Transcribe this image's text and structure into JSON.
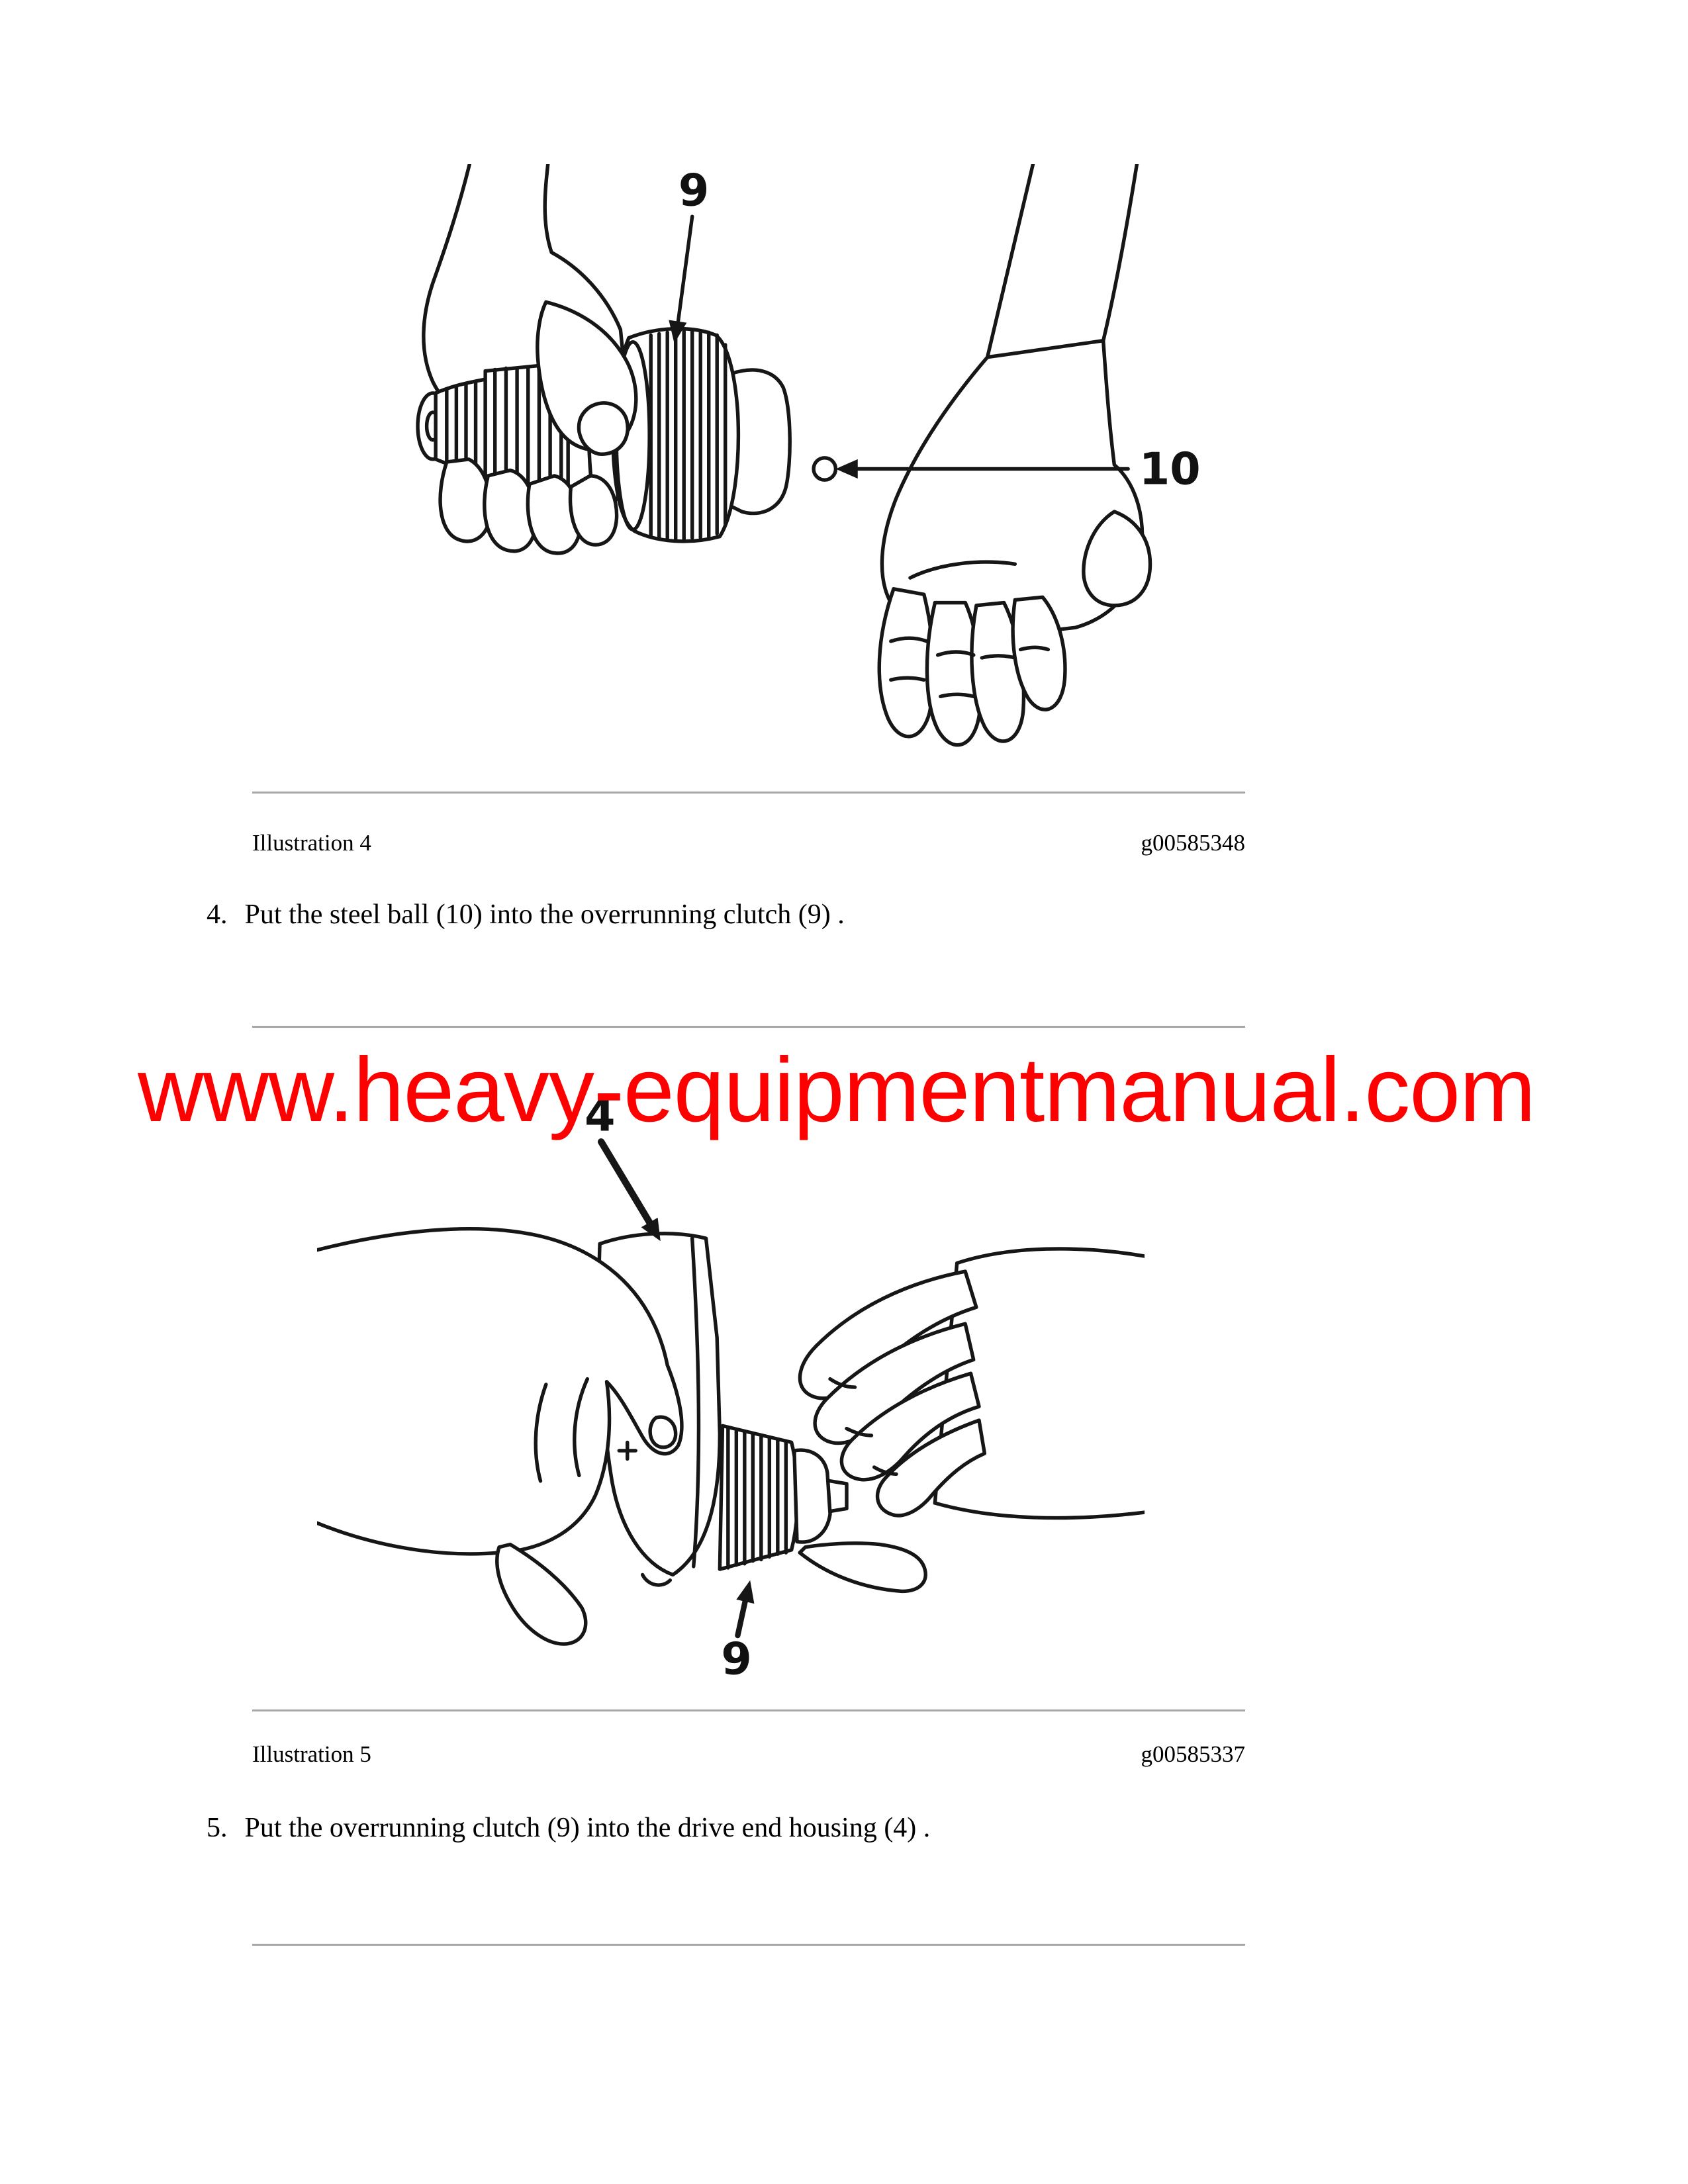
{
  "document": {
    "background": "#ffffff",
    "text_color": "#000000",
    "divider_color": "#a6a6a6"
  },
  "watermark": {
    "text": "www.heavy-equipmentmanual.com",
    "color": "#ff0000"
  },
  "figures": [
    {
      "caption": "Illustration 4",
      "figure_id": "g00585348",
      "callouts": [
        "9",
        "10"
      ],
      "depicts": "hand holding overrunning clutch, steel ball above open palm"
    },
    {
      "caption": "Illustration 5",
      "figure_id": "g00585337",
      "callouts": [
        "4",
        "9"
      ],
      "depicts": "two hands placing overrunning clutch into drive end housing"
    }
  ],
  "steps": [
    {
      "number": "4.",
      "text": "Put the steel ball (10) into the overrunning clutch (9) ."
    },
    {
      "number": "5.",
      "text": "Put the overrunning clutch (9) into the drive end housing (4) ."
    }
  ]
}
